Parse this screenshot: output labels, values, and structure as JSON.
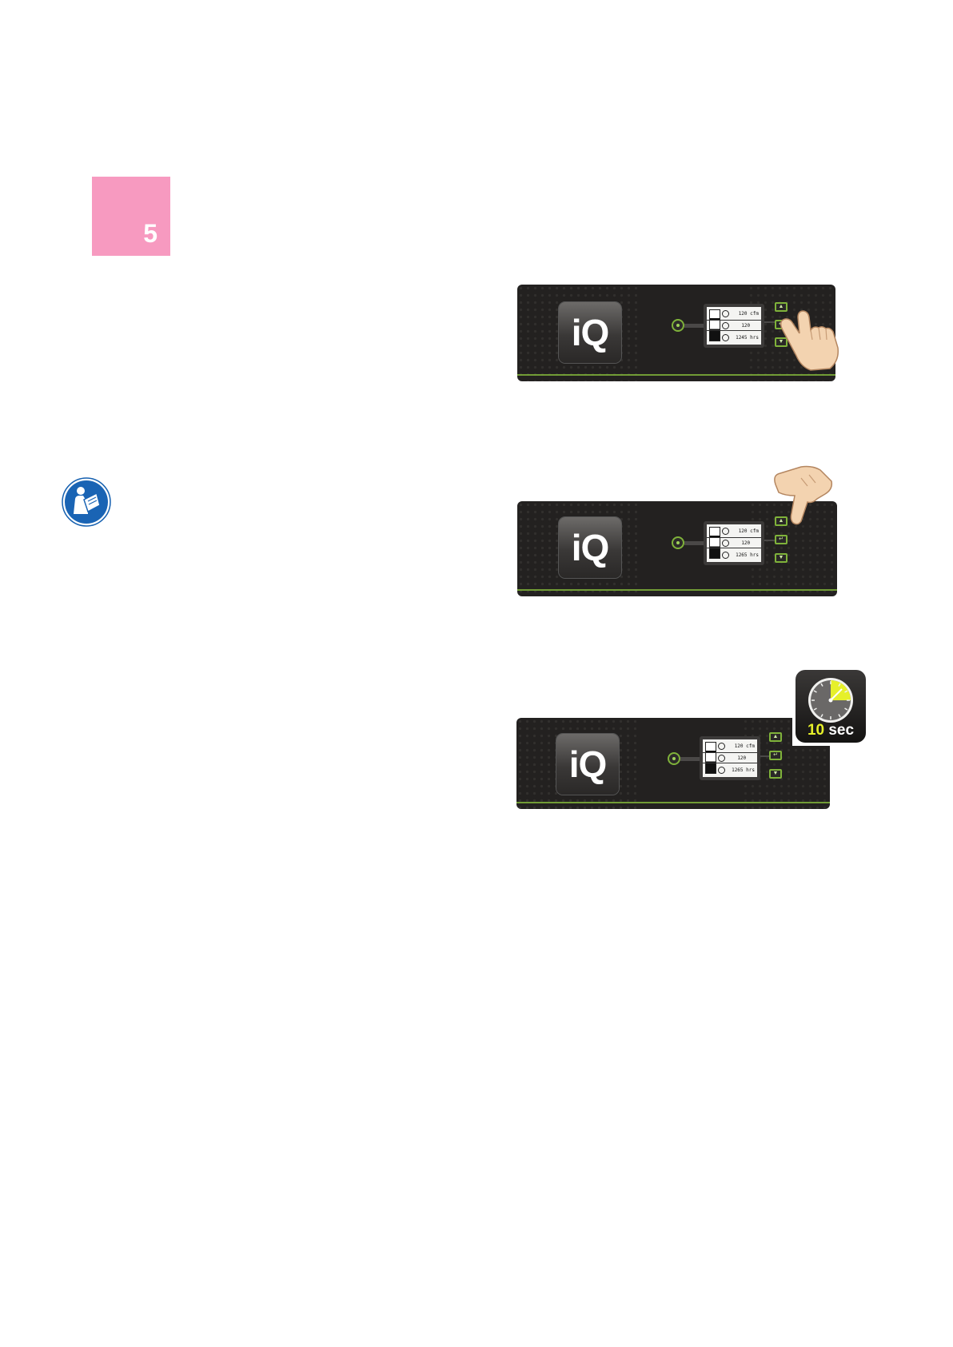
{
  "step": {
    "number": "5",
    "color": "#f79ac0"
  },
  "icons": {
    "manual": "read-manual-icon",
    "timer": "stopwatch-icon",
    "hand": "pointing-hand-icon"
  },
  "panels": [
    {
      "logo": "iQ",
      "lcd": {
        "flow": "120",
        "flow_unit": "cfm",
        "setpoint": "120",
        "hours": "1245",
        "hours_unit": "hrs"
      },
      "pressed_button": "enter"
    },
    {
      "logo": "iQ",
      "lcd": {
        "flow": "120",
        "flow_unit": "cfm",
        "setpoint": "120",
        "hours": "1265",
        "hours_unit": "hrs"
      },
      "pressed_button": "up"
    },
    {
      "logo": "iQ",
      "lcd": {
        "flow": "120",
        "flow_unit": "cfm",
        "setpoint": "120",
        "hours": "1265",
        "hours_unit": "hrs"
      },
      "pressed_button": "none"
    }
  ],
  "timer": {
    "value": "10",
    "unit": "sec",
    "accent": "#e6f02a",
    "fraction_elapsed": 0.17
  },
  "colors": {
    "panel": "#232120",
    "accent_green": "#7fb23a"
  }
}
